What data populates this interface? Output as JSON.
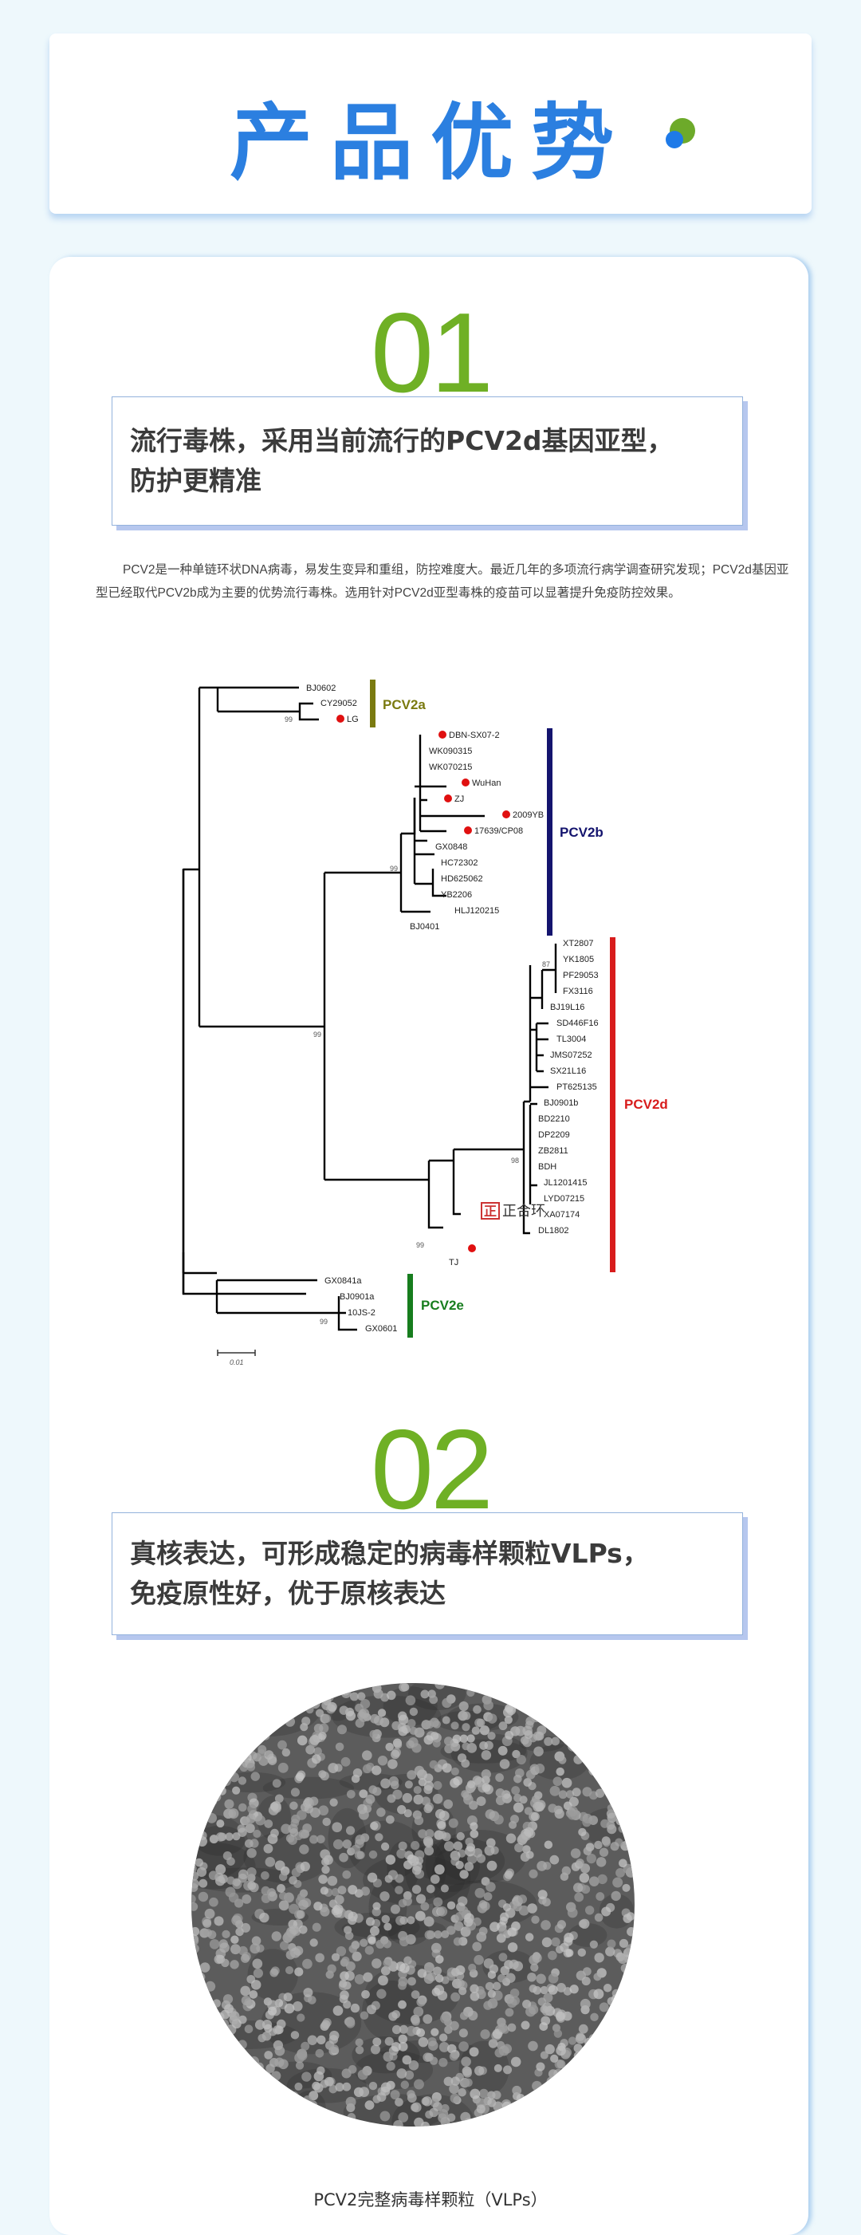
{
  "header": {
    "title": "产品优势",
    "accent_colors": {
      "title": "#2b7fe0",
      "green_dot": "#6daa2a",
      "blue_dot": "#1e7ae8"
    }
  },
  "sections": [
    {
      "number": "01",
      "headline_line1": "流行毒株，采用当前流行的PCV2d基因亚型，",
      "headline_line2": "防护更精准",
      "paragraph": "PCV2是一种单链环状DNA病毒，易发生变异和重组，防控难度大。最近几年的多项流行病学调查研究发现；PCV2d基因亚型已经取代PCV2b成为主要的优势流行毒株。选用针对PCV2d亚型毒株的疫苗可以显著提升免疫防控效果。"
    },
    {
      "number": "02",
      "headline_line1": "真核表达，可形成稳定的病毒样颗粒VLPs，",
      "headline_line2": "免疫原性好，优于原核表达",
      "image_caption": "PCV2完整病毒样颗粒（VLPs）"
    }
  ],
  "tree": {
    "clades": [
      {
        "name": "PCV2a",
        "color": "#7a7a10",
        "taxa": [
          "BJ0602",
          "CY29052",
          "LG"
        ]
      },
      {
        "name": "PCV2b",
        "color": "#14146e",
        "taxa": [
          "DBN-SX07-2",
          "WK090315",
          "WK070215",
          "WuHan",
          "ZJ",
          "2009YB",
          "17639/CP08",
          "GX0848",
          "HC72302",
          "HD625062",
          "YB2206",
          "HLJ120215",
          "BJ0401"
        ]
      },
      {
        "name": "PCV2d",
        "color": "#d81c1c",
        "taxa": [
          "XT2807",
          "YK1805",
          "PF29053",
          "FX3116",
          "BJ19L16",
          "SD446F16",
          "TL3004",
          "JMS07252",
          "SX21L16",
          "PT625135",
          "BJ0901b",
          "BD2210",
          "DP2209",
          "ZB2811",
          "BDH",
          "JL1201415",
          "LYD07215",
          "XA07174",
          "DL1802"
        ]
      },
      {
        "name": "PCV2e",
        "color": "#177d1e",
        "taxa": [
          "GX0841a",
          "BJ0901a",
          "10JS-2",
          "GX0601"
        ]
      }
    ],
    "extra_taxa": [
      "TJ"
    ],
    "highlighted_taxa": [
      "LG",
      "DBN-SX07-2",
      "WuHan",
      "ZJ",
      "2009YB",
      "17639/CP08",
      "unlabeled-strain"
    ],
    "bootstrap_values": [
      "99",
      "99",
      "99",
      "87",
      "98",
      "99",
      "99"
    ],
    "scale_bar": "0.01",
    "watermark": "正合环"
  }
}
